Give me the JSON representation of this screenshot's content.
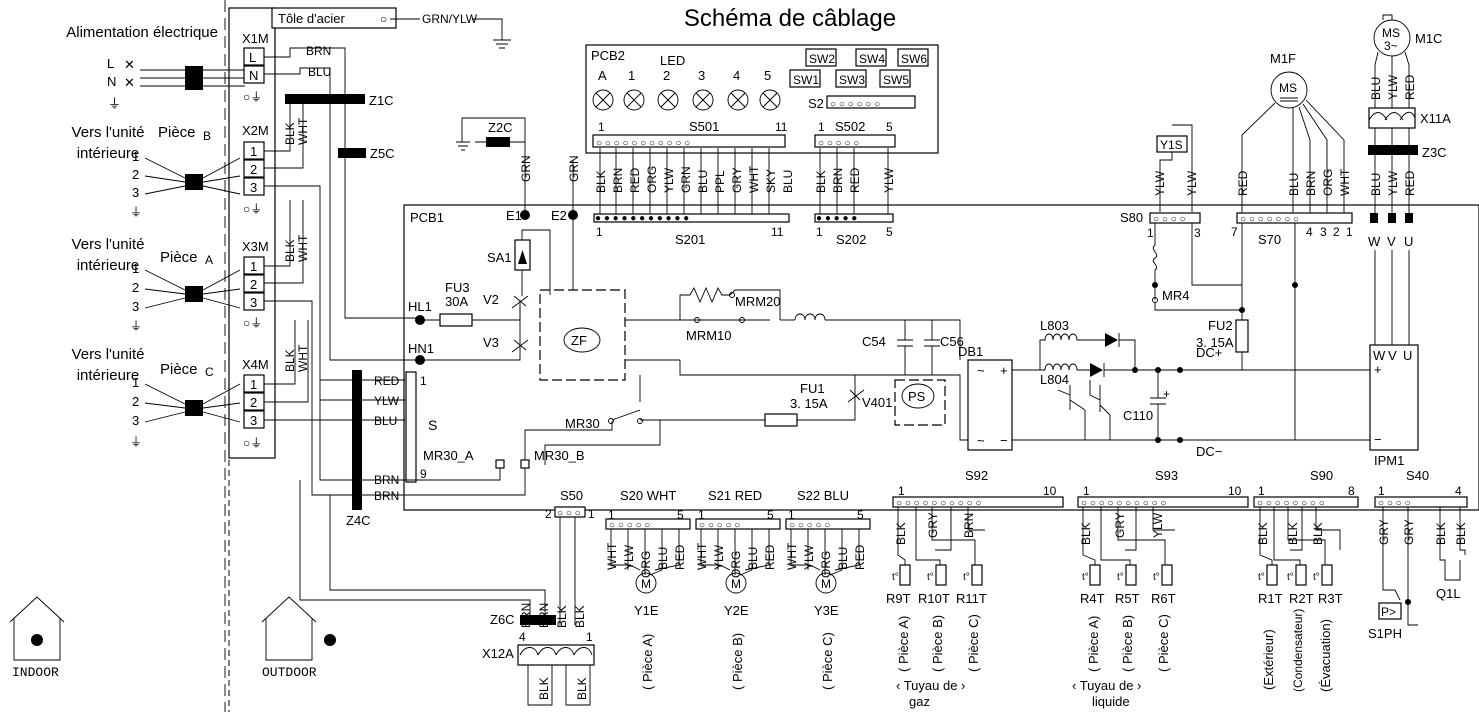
{
  "title": "Schéma de câblage",
  "power": {
    "label": "Alimentation électrique",
    "terminal": "X1M",
    "l": "L",
    "n": "N",
    "l_in": "L",
    "n_in": "N",
    "steel": "Tôle d'acier",
    "grn_ylw": "GRN/YLW"
  },
  "indoor_units": [
    {
      "line1": "Vers l'unité",
      "line2": "intérieure",
      "piece_word": "Pièce",
      "piece_letter": "B",
      "terminal": "X2M"
    },
    {
      "line1": "Vers l'unité",
      "line2": "intérieure",
      "piece_word": "Pièce",
      "piece_letter": "A",
      "terminal": "X3M"
    },
    {
      "line1": "Vers l'unité",
      "line2": "intérieure",
      "piece_word": "Pièce",
      "piece_letter": "C",
      "terminal": "X4M"
    }
  ],
  "terminal_numbers": [
    "1",
    "2",
    "3"
  ],
  "wires": {
    "brn": "BRN",
    "blu": "BLU",
    "blk": "BLK",
    "wht": "WHT",
    "red": "RED",
    "ylw": "YLW",
    "grn": "GRN",
    "org": "ORG",
    "ppl": "PPL",
    "gry": "GRY",
    "sky": "SKY"
  },
  "filters": {
    "z1c": "Z1C",
    "z5c": "Z5C",
    "z2c": "Z2C",
    "z3c": "Z3C",
    "z4c": "Z4C",
    "z6c": "Z6C"
  },
  "pcb2": {
    "label": "PCB2",
    "led_label": "LED",
    "leds": [
      "A",
      "1",
      "2",
      "3",
      "4",
      "5"
    ],
    "switches_top": [
      "SW2",
      "SW4",
      "SW6"
    ],
    "switches_bottom": [
      "SW1",
      "SW3",
      "SW5"
    ],
    "s2": "S2",
    "s501": "S501",
    "s501_pins": [
      "1",
      "11"
    ],
    "s501_wires": [
      "BLK",
      "BRN",
      "RED",
      "ORG",
      "YLW",
      "GRN",
      "BLU",
      "PPL",
      "GRY",
      "WHT",
      "SKY",
      "BLU"
    ],
    "s502": "S502",
    "s502_pins": [
      "1",
      "5"
    ],
    "s502_wires": [
      "BLK",
      "BRN",
      "RED",
      "YLW"
    ]
  },
  "pcb1": {
    "label": "PCB1",
    "e1": "E1",
    "e2": "E2",
    "s201": "S201",
    "s201_pins": [
      "1",
      "11"
    ],
    "s202": "S202",
    "s202_pins": [
      "1",
      "5"
    ],
    "sa1": "SA1",
    "hl1": "HL1",
    "hn1": "HN1",
    "fu3": "FU3",
    "fu3_val": "30A",
    "v2": "V2",
    "v3": "V3",
    "zf": "ZF",
    "mrm20": "MRM20",
    "mrm10": "MRM10",
    "c54": "C54",
    "c56": "C56",
    "db1": "DB1",
    "l803": "L803",
    "l804": "L804",
    "fu2": "FU2",
    "fu2_val": "3. 15A",
    "dc_plus": "DC+",
    "dc_minus": "DC−",
    "c110": "C110",
    "fu1": "FU1",
    "fu1_val": "3. 15A",
    "v401": "V401",
    "ps": "PS",
    "mr30": "MR30",
    "mr30_a": "MR30_A",
    "mr30_b": "MR30_B",
    "s": "S",
    "s_pins": [
      "1",
      "9"
    ],
    "mr4": "MR4",
    "s80": "S80",
    "s80_pins": [
      "1",
      "3"
    ],
    "s70": "S70",
    "s70_pins": [
      "7",
      "4",
      "3",
      "2",
      "1"
    ],
    "wvu": [
      "W",
      "V",
      "U"
    ],
    "ipm1": "IPM1",
    "ipm_plus": "+",
    "ipm_minus": "−",
    "db_plus": "+",
    "db_minus": "−",
    "c110_plus": "+"
  },
  "y1s": "Y1S",
  "m1f": "M1F",
  "m1c": "M1C",
  "ms": "MS",
  "ms3": "3~",
  "x11a": "X11A",
  "bottom": {
    "s50": "S50",
    "s50_pins": [
      "2",
      "1"
    ],
    "s20": "S20  WHT",
    "s21": "S21  RED",
    "s22": "S22  BLU",
    "s_pins": [
      "1",
      "5"
    ],
    "valve_wires": [
      "WHT",
      "YLW",
      "ORG",
      "BLU",
      "RED"
    ],
    "m": "M",
    "valves": [
      {
        "id": "Y1E",
        "room": "( Pièce  A)"
      },
      {
        "id": "Y2E",
        "room": "( Pièce  B)"
      },
      {
        "id": "Y3E",
        "room": "( Pièce  C)"
      }
    ],
    "s92": "S92",
    "s93": "S93",
    "s90": "S90",
    "s40": "S40",
    "pins_1_10": [
      "1",
      "10"
    ],
    "pins_1_8": [
      "1",
      "8"
    ],
    "pins_1_4": [
      "1",
      "4"
    ],
    "gas_wires": [
      "BLK",
      "GRY",
      "BRN"
    ],
    "gas_sensors": [
      "R9T",
      "R10T",
      "R11T"
    ],
    "gas_rooms": [
      "( Pièce  A)",
      "( Pièce  B)",
      "( Pièce  C)"
    ],
    "gas_label1": "‹ Tuyau de ›",
    "gas_label2": "gaz",
    "liq_wires": [
      "BLK",
      "GRY",
      "YLW"
    ],
    "liq_sensors": [
      "R4T",
      "R5T",
      "R6T"
    ],
    "liq_rooms": [
      "( Pièce  A)",
      "( Pièce  B)",
      "( Pièce  C)"
    ],
    "liq_label1": "‹  Tuyau de  ›",
    "liq_label2": "liquide",
    "thermo_wires": [
      "BLK",
      "BLK",
      "BLK"
    ],
    "thermo_sensors": [
      "R1T",
      "R2T",
      "R3T"
    ],
    "thermo_rooms": [
      "(Extérieur)",
      "(Condensateur)",
      "(Évacuation)"
    ],
    "s40_wires": [
      "GRY",
      "GRY",
      "BLK",
      "BLK"
    ],
    "s1ph": "S1PH",
    "q1l": "Q1L",
    "p": "P>",
    "x12a": "X12A",
    "x12a_pins": [
      "4",
      "1"
    ],
    "x12a_wires_top": [
      "BRN",
      "BRN",
      "BLK",
      "BLK"
    ],
    "x12a_wires_bottom": [
      "BLK",
      "BLK"
    ],
    "t": "t°"
  },
  "legend": {
    "indoor": "INDOOR",
    "outdoor": "OUTDOOR"
  }
}
